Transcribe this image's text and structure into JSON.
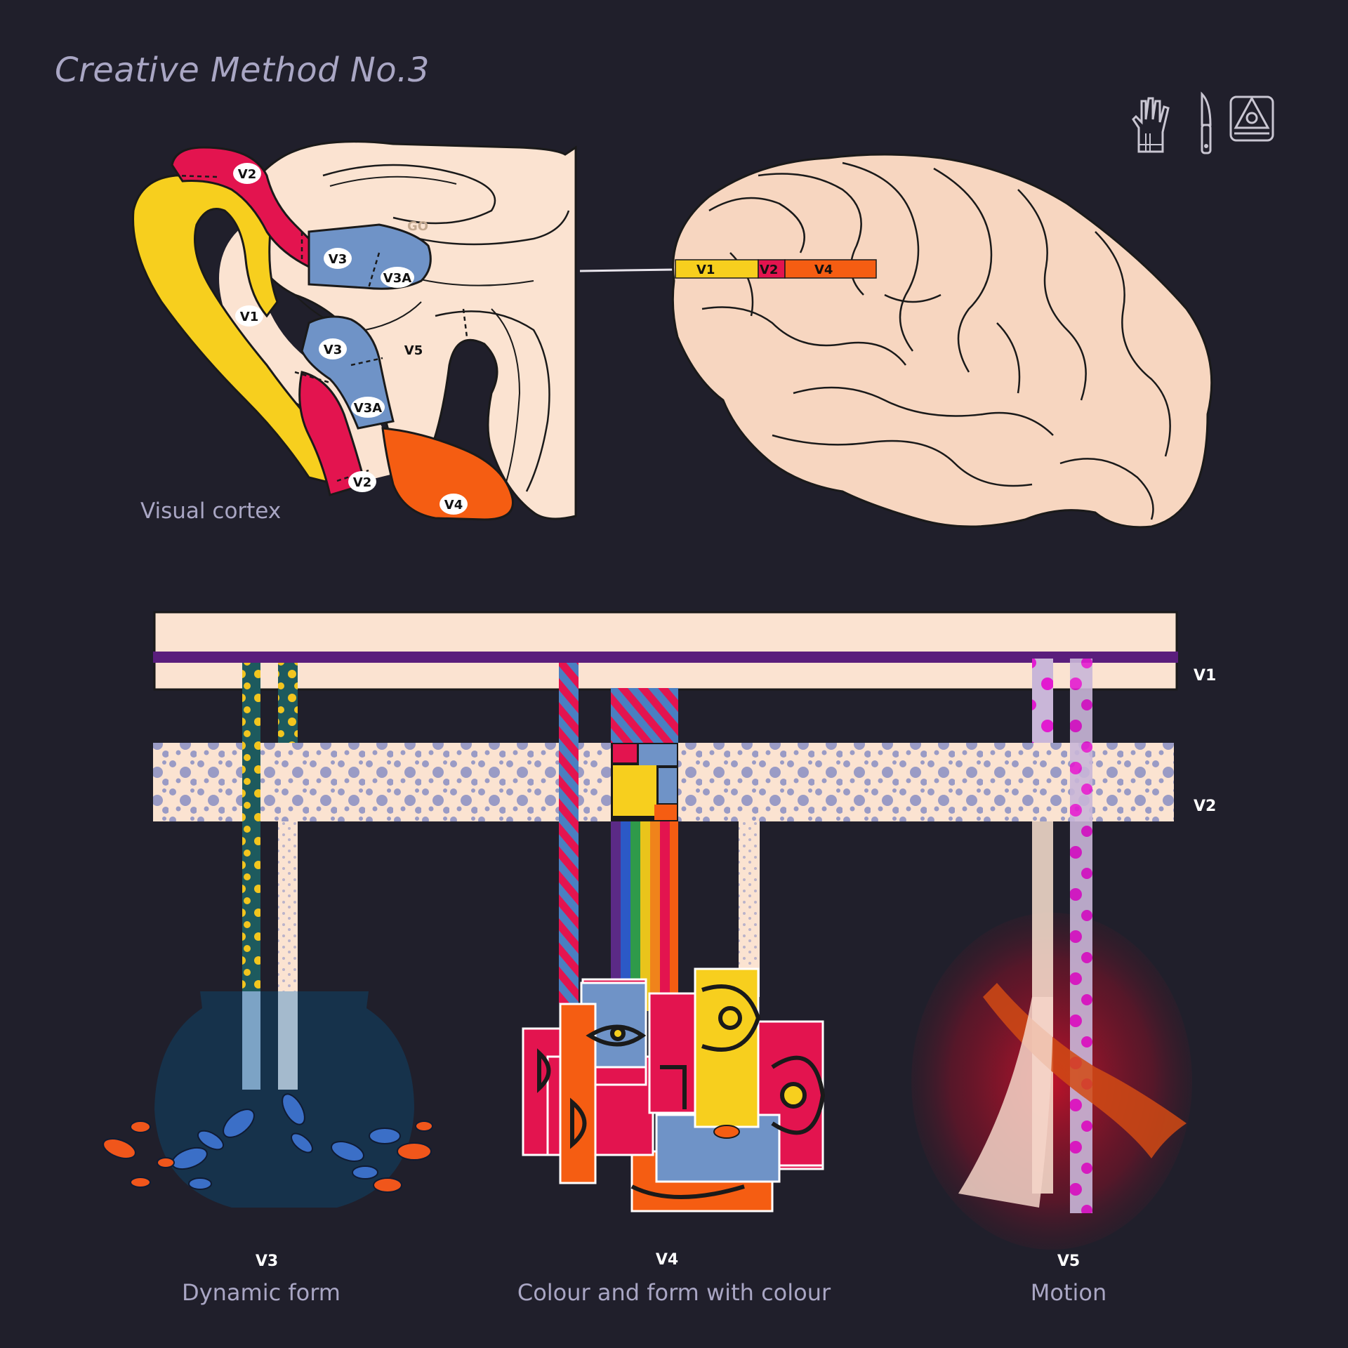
{
  "header": {
    "title": "Creative Method No.3"
  },
  "tools": [
    {
      "icon": "gloves-icon"
    },
    {
      "icon": "scalpel-icon"
    },
    {
      "icon": "saw-icon"
    }
  ],
  "cortex": {
    "caption": "Visual cortex",
    "regions": [
      "V2",
      "V3",
      "V3A",
      "V1",
      "V3",
      "V5",
      "V3A",
      "V2",
      "V4"
    ],
    "go_label": "GO"
  },
  "brain_strip": [
    "V1",
    "V2",
    "V4"
  ],
  "layers": {
    "v1": "V1",
    "v2": "V2"
  },
  "areas": [
    {
      "code": "V3",
      "description": "Dynamic form"
    },
    {
      "code": "V4",
      "description": "Colour and form with colour"
    },
    {
      "code": "V5",
      "description": "Motion"
    }
  ],
  "colors": {
    "background": "#201f2b",
    "skin": "#fbe3d1",
    "v1_yellow": "#f7cf1e",
    "v2_magenta": "#e3144f",
    "v3_blue": "#6f93c7",
    "v4_orange": "#f55d12",
    "purple_band": "#5a1e7c",
    "dots": "#8f93c4"
  }
}
